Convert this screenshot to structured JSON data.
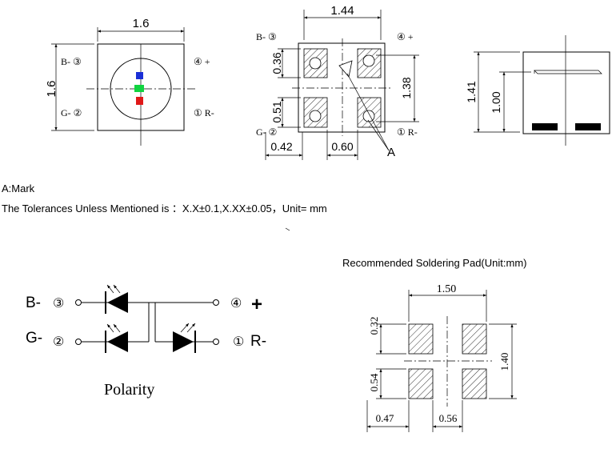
{
  "top_view": {
    "width_dim": "1.6",
    "height_dim": "1.6",
    "pin3": "B- ③",
    "pin4": "④ +",
    "pin2": "G- ②",
    "pin1": "① R-",
    "led_colors": {
      "blue": "#1a2fd6",
      "green": "#10d440",
      "red": "#e01818"
    }
  },
  "bottom_view": {
    "width_dim": "1.44",
    "dim_pad_top": "0.36",
    "dim_pad_bottom": "0.51",
    "dim_height": "1.38",
    "dim_left": "0.42",
    "dim_gap": "0.60",
    "mark_label": "A",
    "pin3": "B- ③",
    "pin4": "④ +",
    "pin2": "G- ②",
    "pin1": "① R-"
  },
  "side_view": {
    "dim_total": "1.41",
    "dim_body": "1.00"
  },
  "notes": {
    "mark": "A:Mark",
    "tolerance": "The Tolerances Unless Mentioned is ：X.X±0.1,X.XX±0.05，Unit= mm"
  },
  "polarity": {
    "pin3_label": "B-",
    "pin3_num": "③",
    "pin2_label": "G-",
    "pin2_num": "②",
    "pin4_num": "④",
    "pin4_label": "+",
    "pin1_num": "①",
    "pin1_label": "R-",
    "caption": "Polarity"
  },
  "solder_pad": {
    "title": "Recommended Soldering Pad(Unit:mm)",
    "dim_width": "1.50",
    "dim_top": "0.32",
    "dim_mid": "0.54",
    "dim_height": "1.40",
    "dim_left": "0.47",
    "dim_gap": "0.56"
  }
}
